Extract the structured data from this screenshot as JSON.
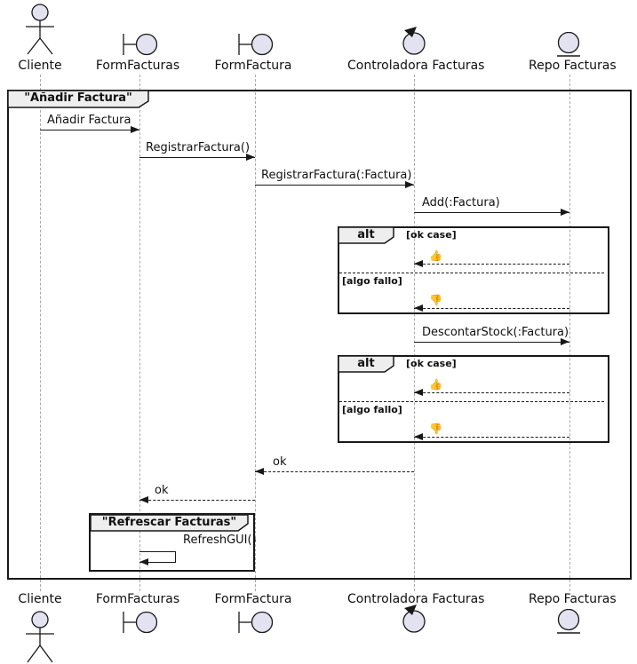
{
  "diagram_type": "uml-sequence-diagram",
  "participants": {
    "p1": "Cliente",
    "p2": "FormFacturas",
    "p3": "FormFactura",
    "p4": "Controladora Facturas",
    "p5": "Repo Facturas"
  },
  "participant_icon_types": {
    "p1": "actor",
    "p2": "boundary",
    "p3": "boundary",
    "p4": "control",
    "p5": "entity"
  },
  "frames": {
    "main_title": "\"Añadir Factura\"",
    "alt_operator": "alt",
    "guard_ok": "[ok case]",
    "guard_fail": "[algo fallo]",
    "refresh_title": "\"Refrescar Facturas\""
  },
  "messages": {
    "m1": "Añadir Factura",
    "m2": "RegistrarFactura()",
    "m3": "RegistrarFactura(:Factura)",
    "m4": "Add(:Factura)",
    "m5": "DescontarStock(:Factura)",
    "ok": "ok",
    "refresh": "RefreshGUI()"
  },
  "icons": {
    "thumbs_up": "👍",
    "thumbs_down": "👎"
  },
  "colors": {
    "participant_fill": "#E2E2F0",
    "line_color": "#181818",
    "tab_fill": "#EEEEEE",
    "lifeline_color": "#A9A9A9"
  }
}
